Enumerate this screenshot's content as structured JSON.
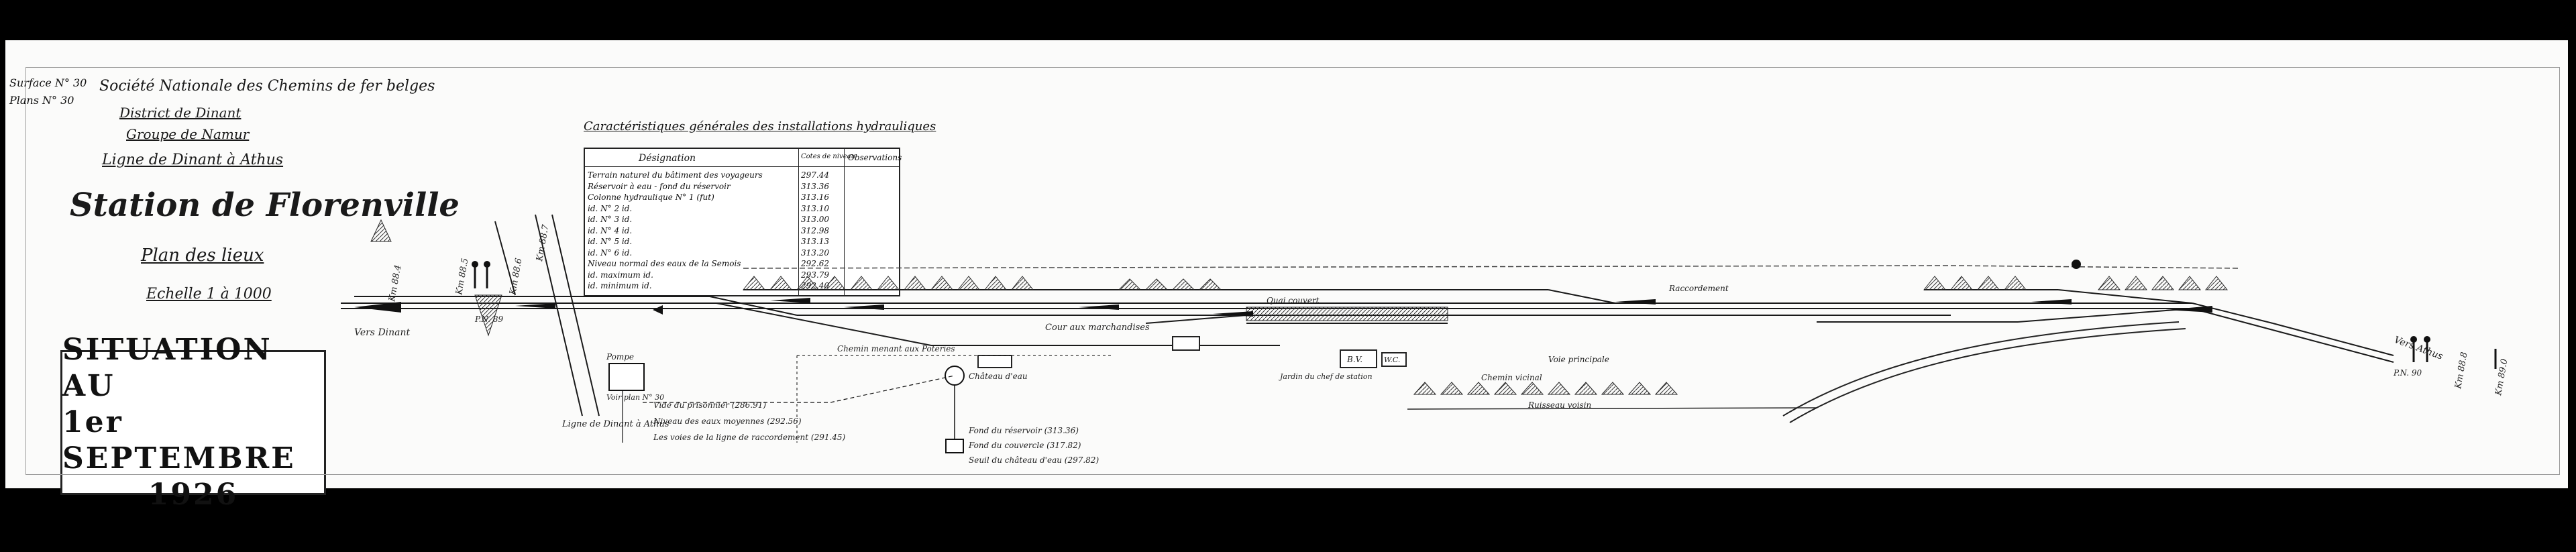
{
  "margin_notes": {
    "line1": "Surface",
    "line1_value": "N° 30",
    "line2": "Plans",
    "line2_value": "N° 30"
  },
  "header": {
    "company": "Société Nationale des Chemins de fer belges",
    "district": "District de Dinant",
    "group": "Groupe de Namur",
    "line": "Ligne de Dinant à Athus",
    "station_title": "Station de Florenville",
    "plan_title": "Plan des lieux",
    "scale": "Echelle 1 à 1000"
  },
  "stamp": {
    "line1": "SITUATION AU",
    "line2": "1er SEPTEMBRE",
    "line3": "1926"
  },
  "characteristics_table": {
    "title": "Caractéristiques générales des installations hydrauliques",
    "headers": [
      "Désignation",
      "Cotes de niveau",
      "Observations"
    ],
    "rows": [
      {
        "designation": "Terrain naturel du bâtiment des voyageurs",
        "level": "297.44"
      },
      {
        "designation": "Réservoir à eau - fond du réservoir",
        "level": "313.36"
      },
      {
        "designation": "Colonne hydraulique N° 1 (fut)",
        "level": "313.16"
      },
      {
        "designation": "id. N° 2 id.",
        "level": "313.10"
      },
      {
        "designation": "id. N° 3 id.",
        "level": "313.00"
      },
      {
        "designation": "id. N° 4 id.",
        "level": "312.98"
      },
      {
        "designation": "id. N° 5 id.",
        "level": "313.13"
      },
      {
        "designation": "id. N° 6 id.",
        "level": "313.20"
      },
      {
        "designation": "Niveau normal des eaux de la Semois",
        "level": "292.62"
      },
      {
        "designation": "id. maximum id.",
        "level": "293.79"
      },
      {
        "designation": "id. minimum id.",
        "level": "292.40"
      }
    ]
  },
  "plan_labels": {
    "road_dinant": "Vers Dinant",
    "road_athus": "Vers Athus",
    "cour_marchandises": "Cour aux marchandises",
    "chemin_menant": "Chemin menant aux Poteries",
    "chateau_eau": "Château d'eau",
    "quai_couvert": "Quai couvert",
    "bv": "B.V.",
    "wc": "W.C.",
    "jardin_chef": "Jardin du chef de station",
    "chemin_vicinal": "Chemin vicinal",
    "ruisseau": "Ruisseau voisin",
    "voie_principale": "Voie principale",
    "raccordement": "Raccordement",
    "pompe_label": "Pompe",
    "pompe_info": "Voir plan N° 30",
    "pompe_notes": [
      "Vide du prisonnier (286.91)",
      "Niveau des eaux moyennes (292.56)",
      "Les voies de la ligne de raccordement (291.45)"
    ],
    "reservoir_notes": [
      "Fond du réservoir (313.36)",
      "Fond du couvercle (317.82)",
      "Seuil du château d'eau (297.82)"
    ],
    "km_labels": [
      "Km 88.4",
      "Km 88.5",
      "Km 88.6",
      "Km 88.7",
      "Km 88.8",
      "Km 89.0"
    ],
    "pn_labels": [
      "P.N. 89",
      "P.N. 90"
    ],
    "ligne_label": "Ligne de Dinant à Athus"
  },
  "colors": {
    "ink": "#1a1a1a",
    "paper": "#fbfbfa",
    "frame": "#000000"
  }
}
